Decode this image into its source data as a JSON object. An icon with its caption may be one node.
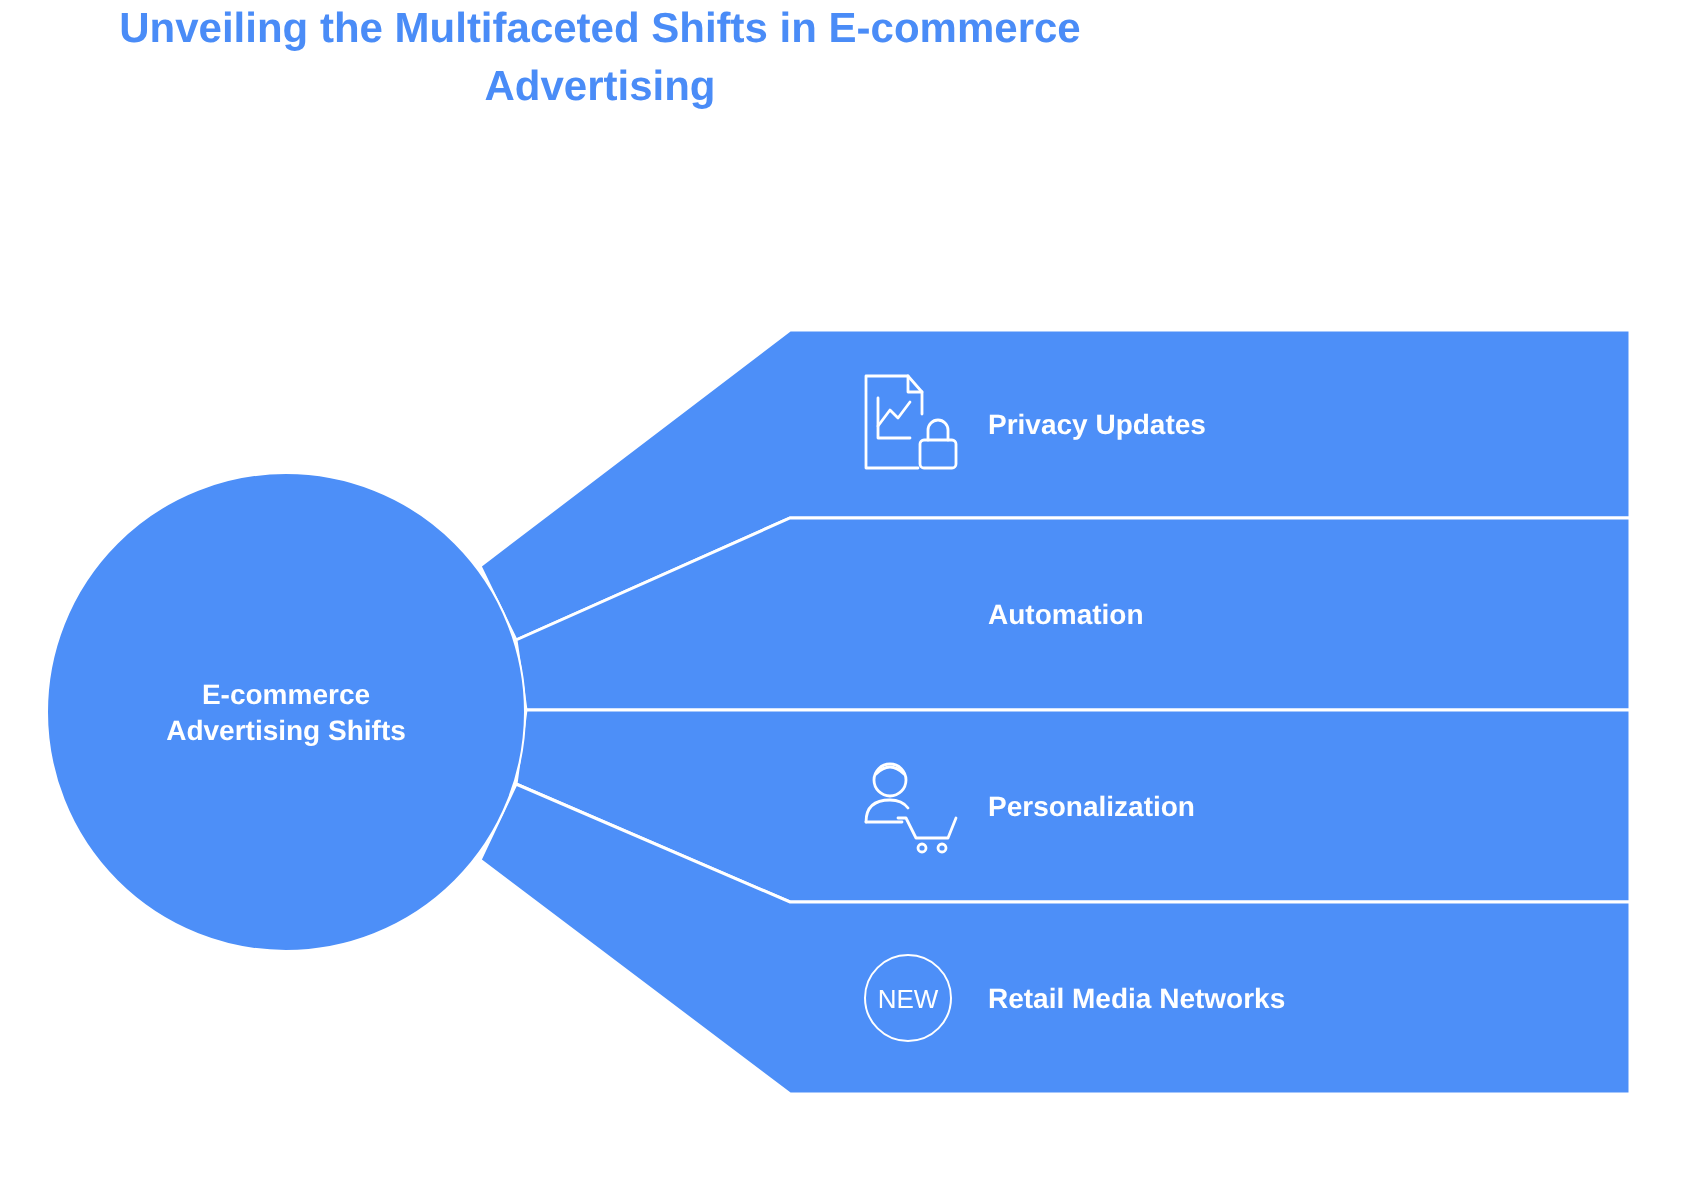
{
  "diagram": {
    "title": "Unveiling the Multifaceted Shifts in E-commerce Advertising",
    "nodes": [
      {
        "text": [
          "E-commerce Advertising Shifts"
        ]
      },
      {
        "text": [
          "Privacy Updates"
        ]
      },
      {
        "text": [
          "Automation"
        ]
      },
      {
        "text": [
          "Personalization"
        ]
      },
      {
        "text": [
          "Retail Media Networks"
        ]
      }
    ],
    "labels": [
      "NEW"
    ]
  }
}
